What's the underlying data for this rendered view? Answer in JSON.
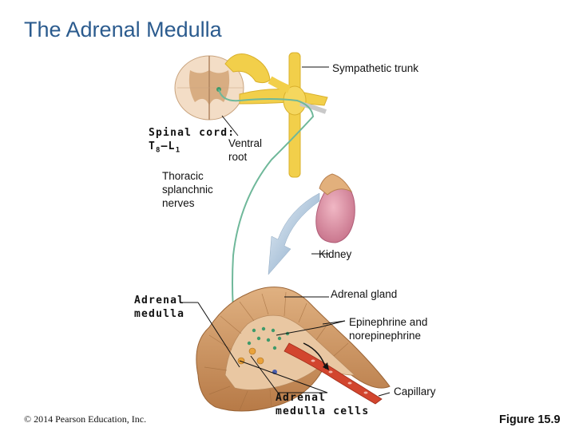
{
  "title": "The Adrenal Medulla",
  "labels": {
    "sympathetic_trunk": "Sympathetic trunk",
    "spinal_cord_line1": "Spinal cord:",
    "spinal_cord_t": "T",
    "spinal_cord_t_sub": "8",
    "spinal_cord_dash": "–L",
    "spinal_cord_l_sub": "1",
    "ventral_root": "Ventral root",
    "thoracic_splanchnic": "Thoracic splanchnic nerves",
    "kidney": "Kidney",
    "adrenal_gland": "Adrenal gland",
    "adrenal_medulla": "Adrenal medulla",
    "epinephrine": "Epinephrine and norepinephrine",
    "capillary": "Capillary",
    "adrenal_medulla_cells": "Adrenal medulla cells"
  },
  "footer": {
    "copyright": "© 2014 Pearson Education, Inc.",
    "figure": "Figure 15.9"
  },
  "colors": {
    "title": "#2b5b8e",
    "nerve_yellow": "#f2cf4a",
    "nerve_green": "#6fb89a",
    "kidney": "#d88aa0",
    "gland_tan": "#c9905c",
    "capillary_red": "#d2452e",
    "arrow_blue": "#9ab5cf"
  }
}
